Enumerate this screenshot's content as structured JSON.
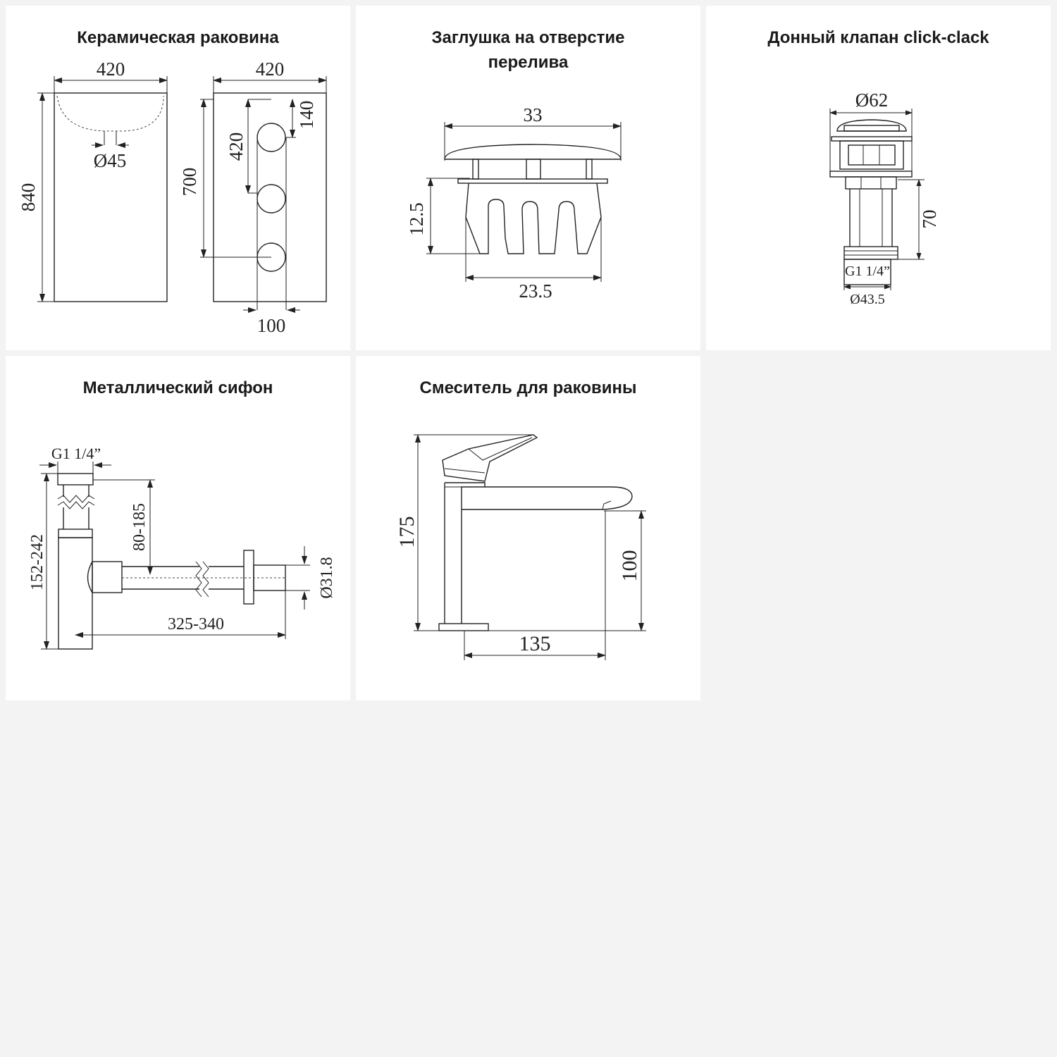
{
  "panels": {
    "sink": {
      "title": "Керамическая раковина",
      "width_front": "420",
      "width_side": "420",
      "height_total": "840",
      "drain_diameter": "Ø45",
      "height_side": "700",
      "holes_spacing": "420",
      "top_offset": "140",
      "hole_spacing_bottom": "100"
    },
    "overflow_cap": {
      "title_line1": "Заглушка на отверстие",
      "title_line2": "перелива",
      "cap_width": "33",
      "leg_height": "12.5",
      "leg_width": "23.5"
    },
    "bottom_valve": {
      "title": "Донный клапан click-clack",
      "top_diameter": "Ø62",
      "height": "70",
      "thread": "G1 1/4”",
      "bottom_diameter": "Ø43.5"
    },
    "siphon": {
      "title": "Металлический сифон",
      "thread": "G1 1/4”",
      "height_range": "152-242",
      "inlet_range": "80-185",
      "length_range": "325-340",
      "outlet_diameter": "Ø31.8"
    },
    "faucet": {
      "title": "Смеситель для раковины",
      "height": "175",
      "spout_height": "100",
      "spout_length": "135"
    }
  }
}
